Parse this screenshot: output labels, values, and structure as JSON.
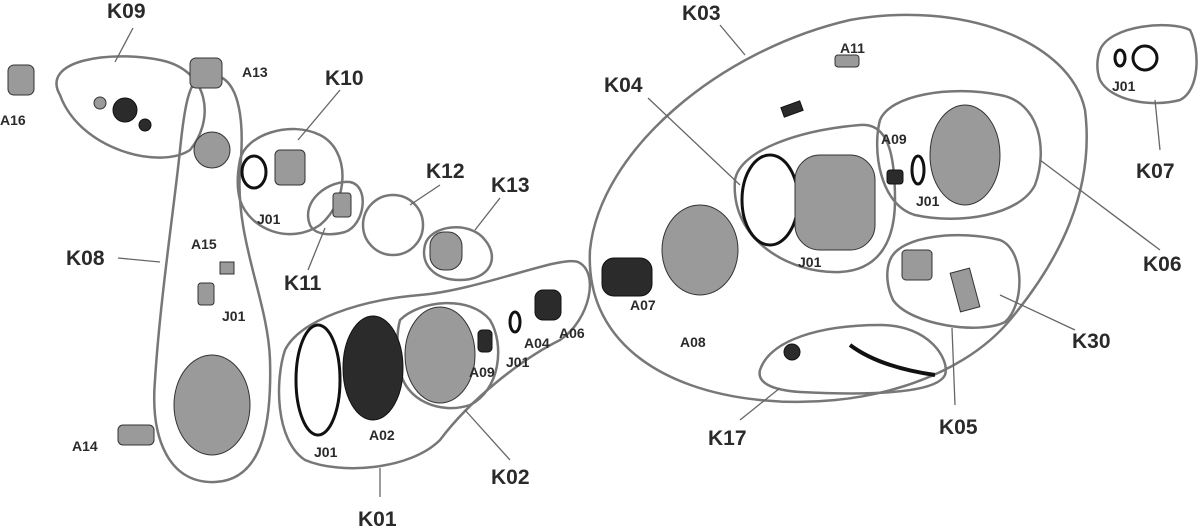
{
  "labels": {
    "k09": "K09",
    "a16": "A16",
    "a13": "A13",
    "k10": "K10",
    "k08": "K08",
    "a15": "A15",
    "j01_k08": "J01",
    "j01_k10": "J01",
    "k11": "K11",
    "k12": "K12",
    "k13": "K13",
    "k01": "K01",
    "j01_k01": "J01",
    "a02": "A02",
    "k02": "K02",
    "a09_k01": "A09",
    "j01_k01b": "J01",
    "a04": "A04",
    "a06": "A06",
    "a14": "A14",
    "k03": "K03",
    "k04": "K04",
    "a11": "A11",
    "a09_k06": "A09",
    "j01_k06": "J01",
    "j01_k04": "J01",
    "k06": "K06",
    "k07": "K07",
    "j01_k07": "J01",
    "a07": "A07",
    "a08": "A08",
    "k17": "K17",
    "k05": "K05",
    "k30": "K30"
  }
}
